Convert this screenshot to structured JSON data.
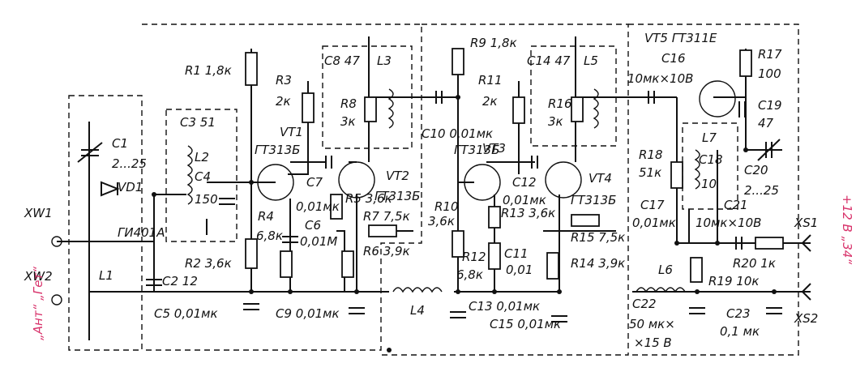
{
  "labels": [
    {
      "id": "c1",
      "text": "C1"
    },
    {
      "id": "c1v",
      "text": "2...25"
    },
    {
      "id": "vd1",
      "text": "VD1"
    },
    {
      "id": "vd1t",
      "text": "ГИ401А"
    },
    {
      "id": "xw1",
      "text": "XW1"
    },
    {
      "id": "xw2",
      "text": "XW2"
    },
    {
      "id": "l1",
      "text": "L1"
    },
    {
      "id": "c2",
      "text": "C2  12"
    },
    {
      "id": "c3",
      "text": "C3  51"
    },
    {
      "id": "l2",
      "text": "L2"
    },
    {
      "id": "c4",
      "text": "C4"
    },
    {
      "id": "c4v",
      "text": "150"
    },
    {
      "id": "r1",
      "text": "R1  1,8к"
    },
    {
      "id": "r3",
      "text": "R3"
    },
    {
      "id": "r3v",
      "text": "2к"
    },
    {
      "id": "c8",
      "text": "C8  47"
    },
    {
      "id": "l3",
      "text": "L3"
    },
    {
      "id": "r8",
      "text": "R8"
    },
    {
      "id": "r8v",
      "text": "3к"
    },
    {
      "id": "vt1",
      "text": "VT1"
    },
    {
      "id": "vt1t",
      "text": "ГТ313Б"
    },
    {
      "id": "c7",
      "text": "C7"
    },
    {
      "id": "c7v",
      "text": "0,01мк"
    },
    {
      "id": "vt2",
      "text": "VT2"
    },
    {
      "id": "r5",
      "text": "R5  3,6к"
    },
    {
      "id": "vt2t",
      "text": "ГТ313Б"
    },
    {
      "id": "r4",
      "text": "R4"
    },
    {
      "id": "r4v",
      "text": "6,8к"
    },
    {
      "id": "r7",
      "text": "R7  7,5к"
    },
    {
      "id": "c6",
      "text": "C6"
    },
    {
      "id": "c6v",
      "text": "0,01М"
    },
    {
      "id": "r6",
      "text": "R6  3,9к"
    },
    {
      "id": "r2",
      "text": "R2  3,6к"
    },
    {
      "id": "c5",
      "text": "C5  0,01мк"
    },
    {
      "id": "c9",
      "text": "C9  0,01мк"
    },
    {
      "id": "l4",
      "text": "L4"
    },
    {
      "id": "c10",
      "text": "C10  0,01мк"
    },
    {
      "id": "r9",
      "text": "R9  1,8к"
    },
    {
      "id": "r11",
      "text": "R11"
    },
    {
      "id": "r11v",
      "text": "2к"
    },
    {
      "id": "c14",
      "text": "C14  47"
    },
    {
      "id": "l5",
      "text": "L5"
    },
    {
      "id": "r16",
      "text": "R16"
    },
    {
      "id": "r16v",
      "text": "3к"
    },
    {
      "id": "vt3",
      "text": "VT3"
    },
    {
      "id": "vt3t",
      "text": "ГТ313Б"
    },
    {
      "id": "c12",
      "text": "C12"
    },
    {
      "id": "c12v",
      "text": "0,01мк"
    },
    {
      "id": "vt4",
      "text": "VT4"
    },
    {
      "id": "r13",
      "text": "R13  3,6к"
    },
    {
      "id": "vt4t",
      "text": "ГТ313Б"
    },
    {
      "id": "r10",
      "text": "R10"
    },
    {
      "id": "r10v",
      "text": "3,6к"
    },
    {
      "id": "c11",
      "text": "C11"
    },
    {
      "id": "c11v",
      "text": "0,01"
    },
    {
      "id": "r15",
      "text": "R15  7,5к"
    },
    {
      "id": "r12",
      "text": "R12"
    },
    {
      "id": "r12v",
      "text": "6,8к"
    },
    {
      "id": "r14",
      "text": "R14  3,9к"
    },
    {
      "id": "c13",
      "text": "C13  0,01мк"
    },
    {
      "id": "c15",
      "text": "C15  0,01мк"
    },
    {
      "id": "vt5",
      "text": "VT5  ГТ311Е"
    },
    {
      "id": "c16",
      "text": "C16"
    },
    {
      "id": "c16v",
      "text": "10мк×10В"
    },
    {
      "id": "r17",
      "text": "R17"
    },
    {
      "id": "r17v",
      "text": "100"
    },
    {
      "id": "c19",
      "text": "C19"
    },
    {
      "id": "c19v",
      "text": "47"
    },
    {
      "id": "r18",
      "text": "R18"
    },
    {
      "id": "r18v",
      "text": "51к"
    },
    {
      "id": "l7",
      "text": "L7"
    },
    {
      "id": "c18",
      "text": "C18"
    },
    {
      "id": "c18v",
      "text": "10"
    },
    {
      "id": "c20",
      "text": "C20"
    },
    {
      "id": "c20v",
      "text": "2...25"
    },
    {
      "id": "c17",
      "text": "C17"
    },
    {
      "id": "c17v",
      "text": "0,01мк"
    },
    {
      "id": "c21",
      "text": "C21"
    },
    {
      "id": "c21v",
      "text": "10мк×10В"
    },
    {
      "id": "xs1",
      "text": "XS1"
    },
    {
      "id": "r20",
      "text": "R20  1к"
    },
    {
      "id": "l6",
      "text": "L6"
    },
    {
      "id": "r19",
      "text": "R19  10к"
    },
    {
      "id": "c22",
      "text": "C22"
    },
    {
      "id": "c22v",
      "text": "50 мк×"
    },
    {
      "id": "c22v2",
      "text": "×15 В"
    },
    {
      "id": "c23",
      "text": "C23"
    },
    {
      "id": "c23v",
      "text": "0,1 мк"
    },
    {
      "id": "xs2",
      "text": "XS2"
    }
  ],
  "side_labels": {
    "left": "„Ант“ „Гет“",
    "right": "+12 В  „34“"
  }
}
